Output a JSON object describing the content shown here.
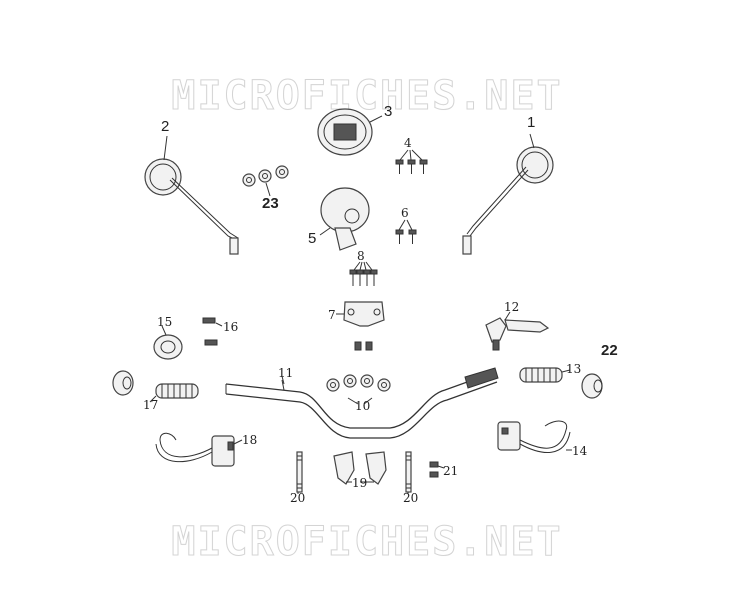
{
  "watermark": {
    "text": "MICROFICHES.NET"
  },
  "callouts": {
    "c1": "1",
    "c2": "2",
    "c3": "3",
    "c4": "4",
    "c5": "5",
    "c6": "6",
    "c7": "7",
    "c8": "8",
    "c10": "10",
    "c11": "11",
    "c12": "12",
    "c13": "13",
    "c14": "14",
    "c15": "15",
    "c16": "16",
    "c17": "17",
    "c18": "18",
    "c19": "19",
    "c20a": "20",
    "c20b": "20",
    "c21": "21",
    "c22": "22",
    "c23": "23"
  }
}
